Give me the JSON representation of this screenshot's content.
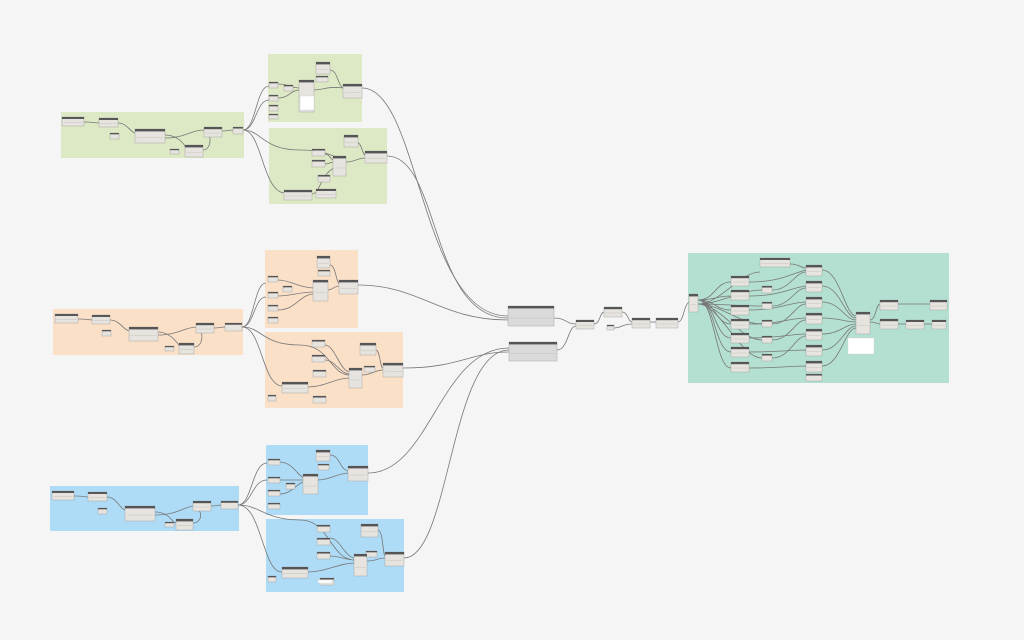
{
  "canvas": {
    "background": "#f5f5f5"
  },
  "group_colors": {
    "green": "#dde8c4",
    "orange": "#fbe0c8",
    "blue": "#aedcf7",
    "teal": "#b4e0d2"
  },
  "colors": {
    "node_body": "#e7e4e0",
    "node_header": "#555555",
    "node_border": "#9a9a9a",
    "wire": "#777777",
    "watch_box": "#ffffff",
    "merge_node_fill": "#dadada"
  },
  "groups": [
    {
      "name": "green-source",
      "color": "green"
    },
    {
      "name": "green-branch-top",
      "color": "green"
    },
    {
      "name": "green-branch-bottom",
      "color": "green"
    },
    {
      "name": "orange-source",
      "color": "orange"
    },
    {
      "name": "orange-branch-top",
      "color": "orange"
    },
    {
      "name": "orange-branch-bottom",
      "color": "orange"
    },
    {
      "name": "blue-source",
      "color": "blue"
    },
    {
      "name": "blue-branch-top",
      "color": "blue"
    },
    {
      "name": "blue-branch-bottom",
      "color": "blue"
    },
    {
      "name": "teal-output",
      "color": "teal"
    }
  ]
}
